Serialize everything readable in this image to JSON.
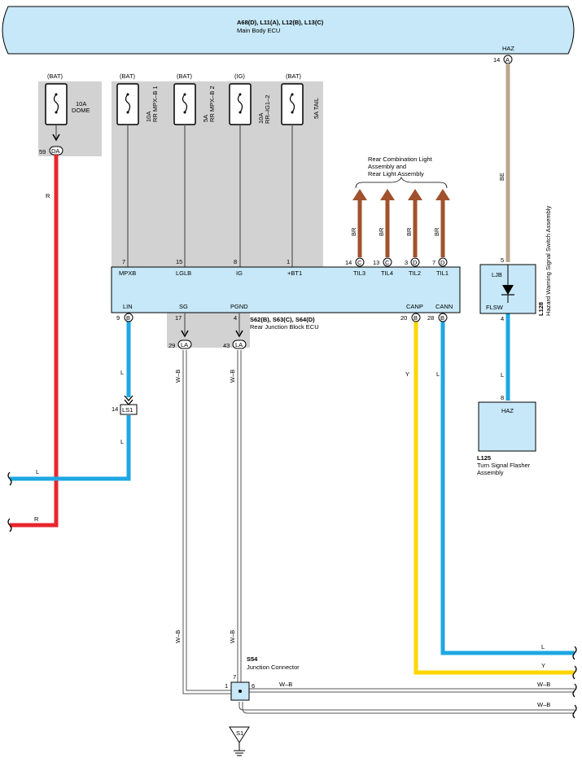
{
  "main_ecu": {
    "codes": "A68(D), L11(A), L12(B), L13(C)",
    "name": "Main Body ECU",
    "pin_label": "HAZ",
    "pin_no": "14",
    "conn": "A"
  },
  "fuses": [
    {
      "source": "(BAT)",
      "rating": "10A",
      "name": "DOME"
    },
    {
      "source": "(BAT)",
      "rating": "10A",
      "name": "RR MPX–B 1"
    },
    {
      "source": "(BAT)",
      "rating": "5A",
      "name": "RR MPX–B 2"
    },
    {
      "source": "(IG)",
      "rating": "10A",
      "name": "RR–IG1–2"
    },
    {
      "source": "(BAT)",
      "rating": "",
      "name": "5A TAIL"
    }
  ],
  "dome_connector": {
    "pin": "59",
    "conn": "DA"
  },
  "rear_light_label": "Rear Combination Light Assembly and Rear Light Assembly",
  "rear_ecu": {
    "codes": "S62(B), S63(C), S64(D)",
    "name": "Rear Junction Block ECU",
    "top_pins": [
      {
        "no": "7",
        "label": "MPXB"
      },
      {
        "no": "15",
        "label": "LGLB"
      },
      {
        "no": "8",
        "label": "IG"
      },
      {
        "no": "1",
        "label": "+BT1"
      }
    ],
    "til_pins": [
      {
        "no": "14",
        "conn": "C",
        "label": "TIL3"
      },
      {
        "no": "13",
        "conn": "C",
        "label": "TIL4"
      },
      {
        "no": "3",
        "conn": "D",
        "label": "TIL2"
      },
      {
        "no": "7",
        "conn": "D",
        "label": "TIL1"
      }
    ],
    "bottom_pins": [
      {
        "no": "9",
        "conn": "B",
        "label": "LIN"
      },
      {
        "no": "17",
        "conn": "",
        "label": "SG"
      },
      {
        "no": "4",
        "conn": "",
        "label": "PGND"
      },
      {
        "no": "20",
        "conn": "B",
        "label": "CANP"
      },
      {
        "no": "28",
        "conn": "B",
        "label": "CANN"
      }
    ]
  },
  "ground_connectors": [
    {
      "pin": "29",
      "conn": "LA"
    },
    {
      "pin": "43",
      "conn": "LA"
    }
  ],
  "ls1": {
    "pin": "14",
    "name": "LS1"
  },
  "hazard_switch": {
    "code": "L128",
    "name": "Hazard Warning Signal Switch Assembly",
    "pin_top": "5",
    "label_top": "LJB",
    "pin_bottom": "4",
    "label_bottom": "FLSW"
  },
  "flasher": {
    "code": "L125",
    "name": "Turn Signal Flasher Assembly",
    "pin": "8",
    "label": "HAZ"
  },
  "junction": {
    "code": "S54",
    "name": "Junction Connector",
    "pin_top": "7",
    "pin_left": "1",
    "pin_right": "6"
  },
  "ground": {
    "name": "S1"
  },
  "wire_labels": {
    "be": "BE",
    "r": "R",
    "br": "BR",
    "l": "L",
    "y": "Y",
    "wb": "W–B"
  },
  "colors": {
    "ecu_fill": "#c6e8f8",
    "gray_area": "#d2d2d2",
    "red": "#e8262d",
    "blue": "#1ea7e2",
    "yellow": "#ffd600",
    "brown": "#a0522d",
    "beige": "#b8a88e"
  }
}
